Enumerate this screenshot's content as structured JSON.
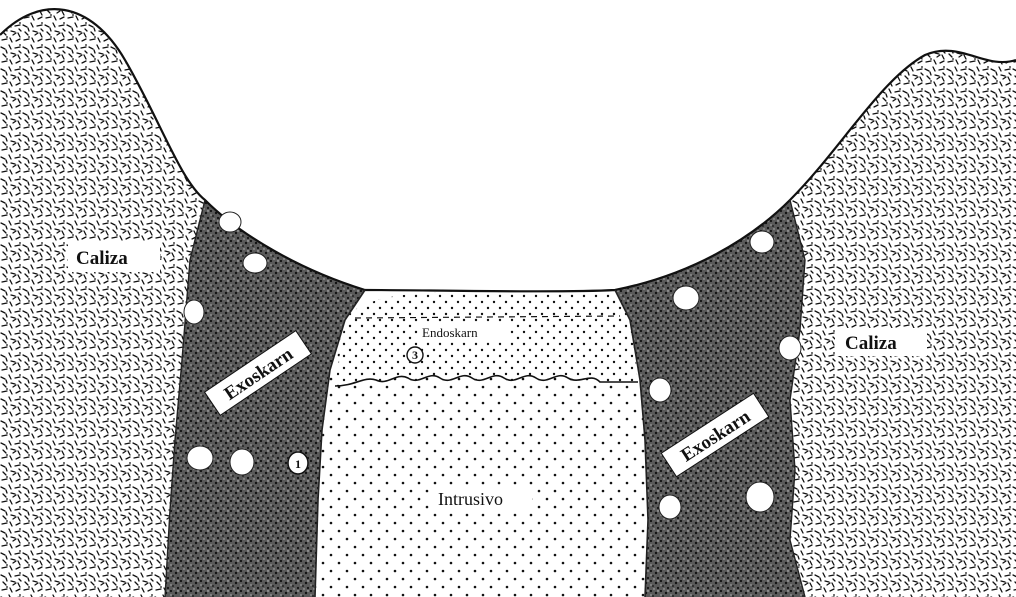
{
  "diagram": {
    "labels": {
      "caliza_left": "Caliza",
      "caliza_right": "Caliza",
      "exoskarn_left": "Exoskarn",
      "exoskarn_right": "Exoskarn",
      "endoskarn": "Endoskarn",
      "intrusivo": "Intrusivo"
    },
    "markers": {
      "marker_1": "1",
      "marker_3": "3"
    },
    "colors": {
      "ink": "#111111",
      "background": "#ffffff"
    }
  }
}
